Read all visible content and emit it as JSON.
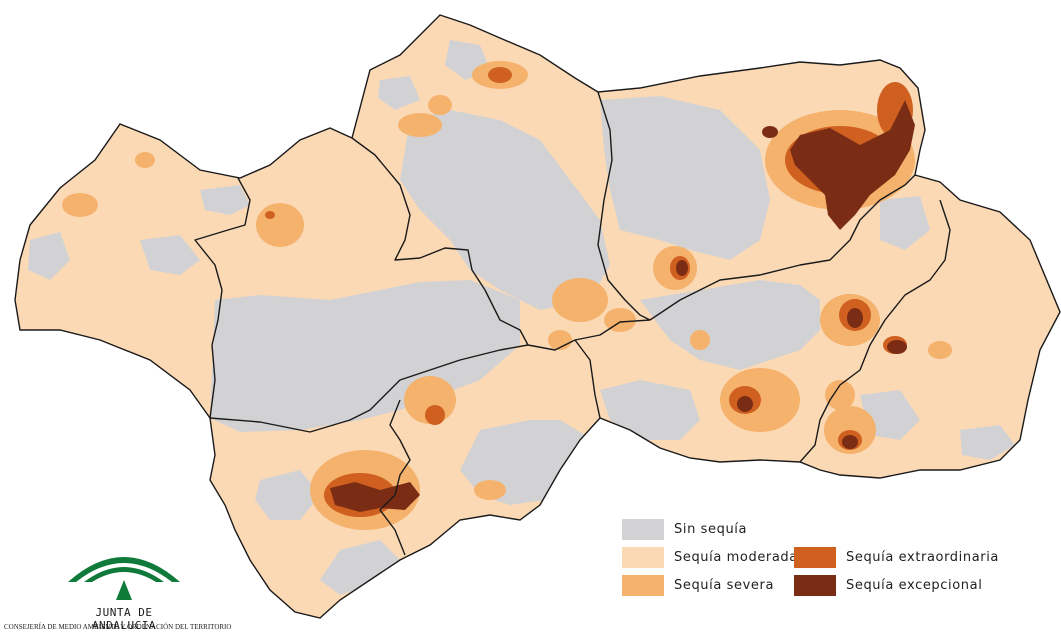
{
  "map": {
    "region": "Andalucía",
    "classes": [
      {
        "key": "none",
        "color": "#d2d2d4"
      },
      {
        "key": "moderate",
        "color": "#fbd9b5"
      },
      {
        "key": "severe",
        "color": "#f4b26c"
      },
      {
        "key": "extraordinary",
        "color": "#cf6020"
      },
      {
        "key": "exceptional",
        "color": "#7a2c14"
      }
    ],
    "boundary_color": "#1a1a1a"
  },
  "legend": {
    "items": [
      {
        "label": "Sin sequía",
        "color": "#d2d2d4"
      },
      {
        "label": "Sequía moderada",
        "color": "#fbd9b5"
      },
      {
        "label": "Sequía severa",
        "color": "#f4b26c"
      },
      {
        "label": "Sequía extraordinaria",
        "color": "#cf6020"
      },
      {
        "label": "Sequía excepcional",
        "color": "#7a2c14"
      }
    ]
  },
  "logo": {
    "title": "JUNTA DE ANDALUCIA",
    "subtitle": "CONSEJERÍA DE MEDIO AMBIENTE Y ORDENACIÓN DEL TERRITORIO",
    "color": "#0f7a3a"
  }
}
